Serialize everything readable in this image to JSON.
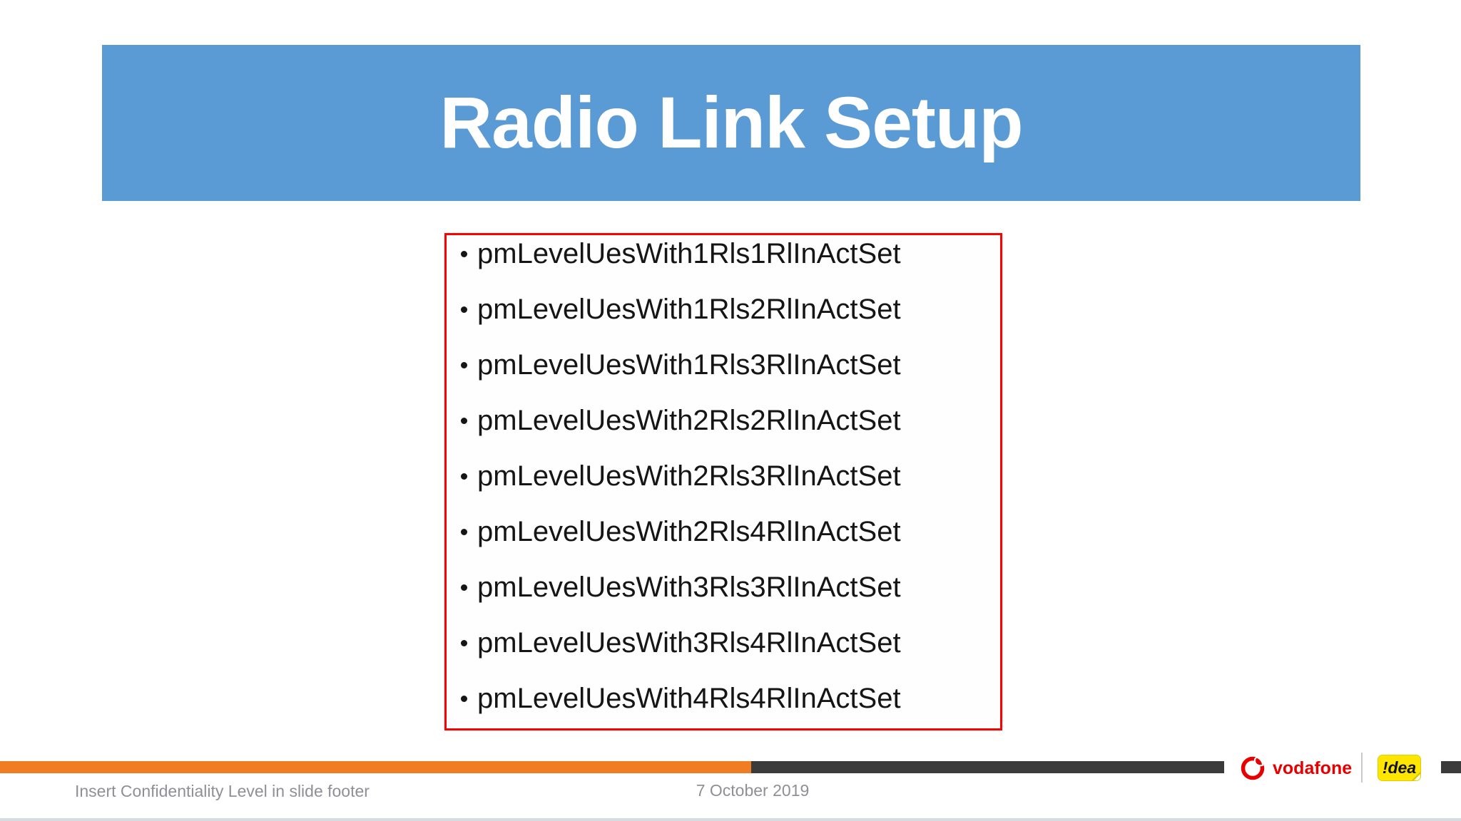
{
  "slide": {
    "title": "Radio Link Setup",
    "counter_box": {
      "items": [
        "pmLevelUesWith1Rls1RlInActSet",
        "pmLevelUesWith1Rls2RlInActSet",
        "pmLevelUesWith1Rls3RlInActSet",
        "pmLevelUesWith2Rls2RlInActSet",
        "pmLevelUesWith2Rls3RlInActSet",
        "pmLevelUesWith2Rls4RlInActSet",
        "pmLevelUesWith3Rls3RlInActSet",
        "pmLevelUesWith3Rls4RlInActSet",
        "pmLevelUesWith4Rls4RlInActSet"
      ]
    },
    "footer": {
      "confidentiality_text": "Insert Confidentiality Level in slide footer",
      "date": "7 October 2019"
    },
    "branding": {
      "vodafone_wordmark": "vodafone",
      "idea_wordmark": "!dea"
    },
    "colors": {
      "banner_blue": "#5B9BD5",
      "box_border_red": "#FE0000",
      "bar_orange": "#F07D22",
      "bar_dark": "#3B3B3B",
      "vodafone_red": "#E60000",
      "idea_yellow": "#FFE600",
      "footer_text_gray": "#8F8F96"
    }
  }
}
